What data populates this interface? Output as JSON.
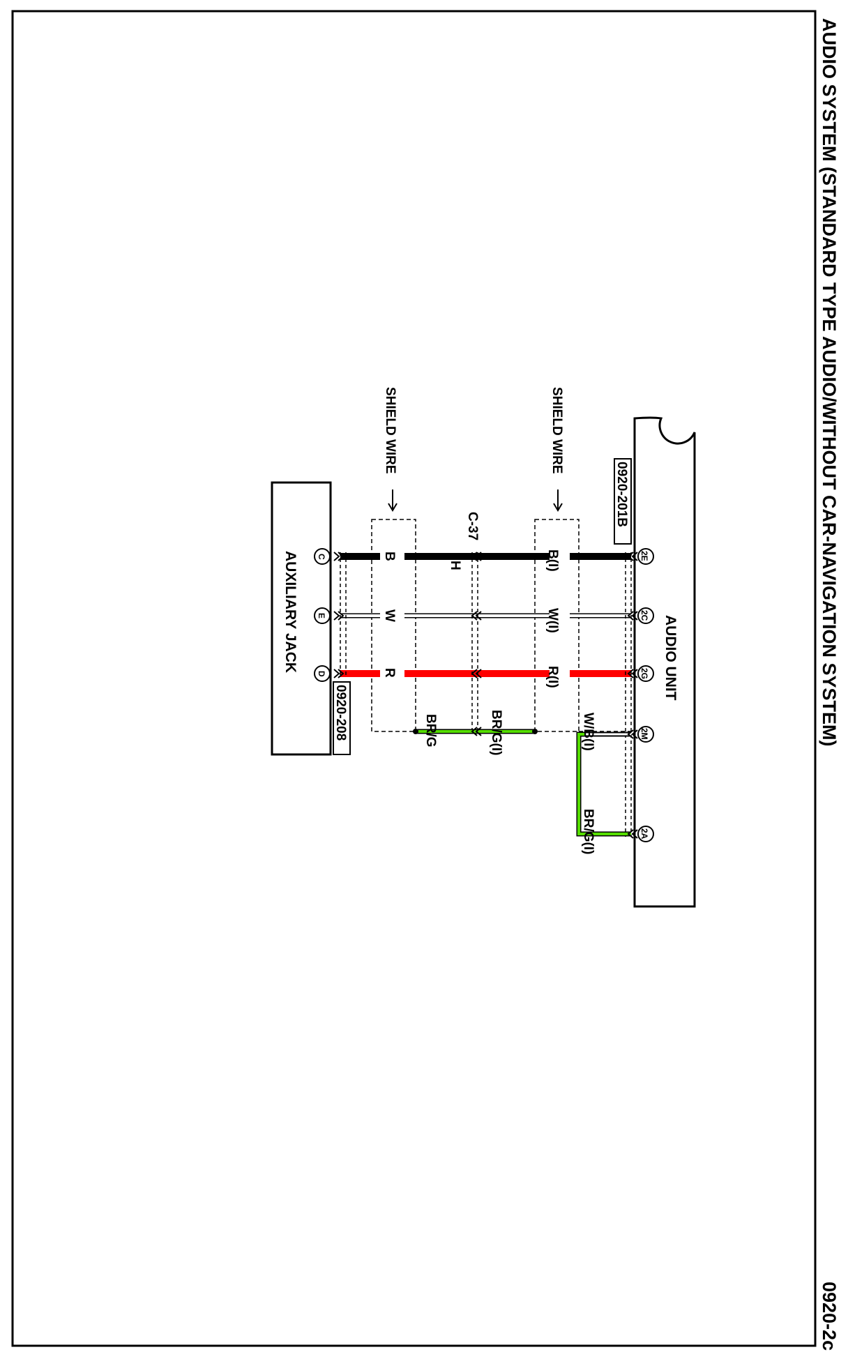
{
  "title": "AUDIO SYSTEM (STANDARD TYPE AUDIO/WITHOUT CAR-NAVIGATION SYSTEM)",
  "page_code": "0920-2c",
  "components": {
    "audio_unit": {
      "label": "AUDIO UNIT",
      "connector_code": "0920-201B"
    },
    "aux_jack": {
      "label": "AUXILIARY JACK",
      "connector_code": "0920-208"
    },
    "shield_wire_label": "SHIELD WIRE",
    "junction_connector": {
      "label": "C-37",
      "pin": "H"
    }
  },
  "audio_unit_pins": [
    "2E",
    "2C",
    "2G",
    "2M",
    "2A"
  ],
  "aux_jack_pins": [
    "C",
    "E",
    "D"
  ],
  "wires": [
    {
      "upper_label": "B(I)",
      "lower_label": "B",
      "color": "#000000"
    },
    {
      "upper_label": "W(I)",
      "lower_label": "W",
      "color": "#ffffff"
    },
    {
      "upper_label": "R(I)",
      "lower_label": "R",
      "color": "#ff0000"
    }
  ],
  "ground_wires": {
    "shield_upper": "BR/G(I)",
    "shield_lower": "BR/G",
    "wb_label": "W/B(I)",
    "brg_2a": "BR/G(I)",
    "green_color": "#55dd00"
  }
}
